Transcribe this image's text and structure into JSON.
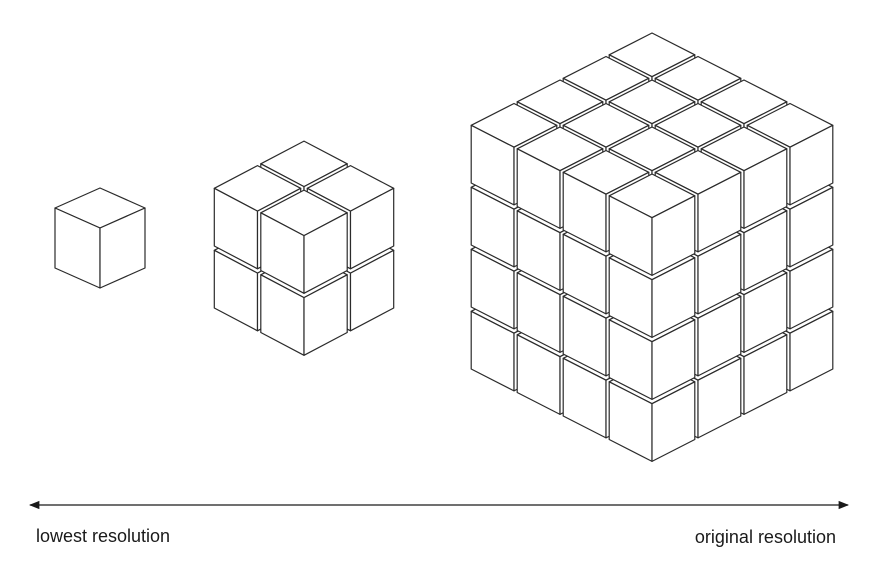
{
  "labels": {
    "left": "lowest resolution",
    "right": "original resolution"
  },
  "colors": {
    "stroke": "#2b2b2b",
    "top_face": "#ffffff",
    "left_face": "#ffffff",
    "right_face": "#ffffff",
    "background": "#ffffff"
  },
  "cubes": [
    {
      "level": 1,
      "grid": 1
    },
    {
      "level": 2,
      "grid": 2
    },
    {
      "level": 3,
      "grid": 4
    }
  ]
}
